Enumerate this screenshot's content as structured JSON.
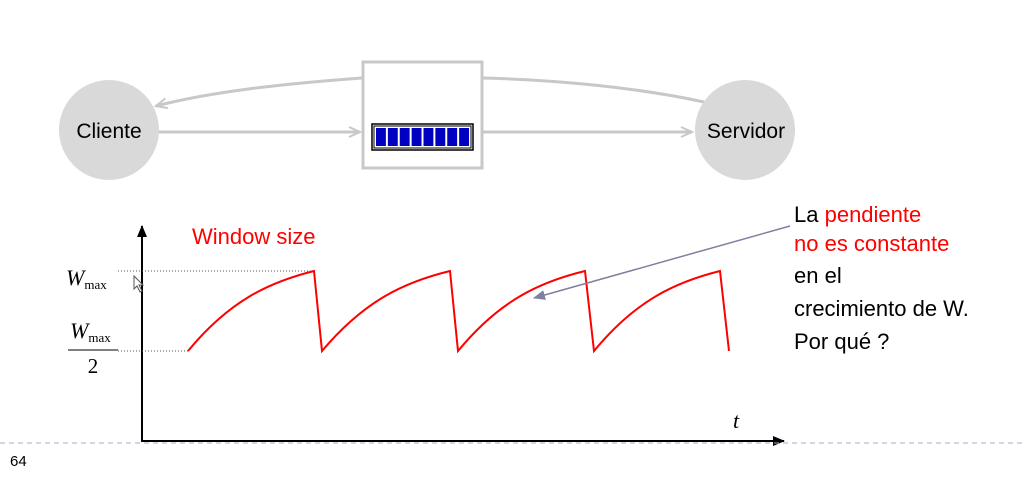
{
  "nodes": {
    "client": "Cliente",
    "server": "Servidor"
  },
  "queue": {
    "filled_segments": 8,
    "total_segments": 8
  },
  "chart": {
    "title": "Window size",
    "y_label_top_symbol": "W",
    "y_label_top_sub": "max",
    "y_label_half_symbol": "W",
    "y_label_half_sub": "max",
    "y_label_half_denominator": "2",
    "x_label": "t"
  },
  "note": {
    "line1_plain": "La ",
    "line1_red": "pendiente",
    "line2_red": "no es constante",
    "line3": "en el",
    "line4": "crecimiento de W.",
    "line5": "Por qué ?"
  },
  "footer": {
    "page_number": "64"
  },
  "colors": {
    "node_fill": "#d9d9d9",
    "arrow_gray": "#c8c8c8",
    "curve_red": "#ff0000",
    "title_red": "#ff0000",
    "queue_blue": "#0000c0",
    "note_arrow": "#7f7f9f",
    "dashed_line": "#9bb0cf"
  }
}
